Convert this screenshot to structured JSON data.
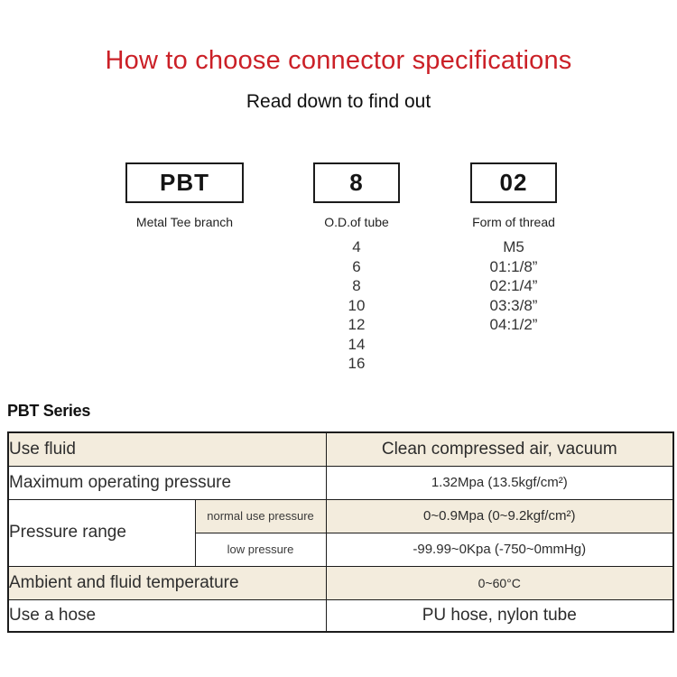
{
  "page": {
    "title": "How to choose connector specifications",
    "subtitle": "Read down to find out"
  },
  "colors": {
    "title_red": "#cb2027",
    "row_beige": "#f3ecdd",
    "table_border": "#1c1c1c"
  },
  "boxes": [
    {
      "code": "PBT",
      "label": "Metal Tee branch"
    },
    {
      "code": "8",
      "label": "O.D.of tube",
      "options": [
        "4",
        "6",
        "8",
        "10",
        "12",
        "14",
        "16"
      ]
    },
    {
      "code": "02",
      "label": "Form of thread",
      "options": [
        "M5",
        "01:1/8”",
        "02:1/4”",
        "03:3/8”",
        "04:1/2”"
      ]
    }
  ],
  "series": {
    "heading": "PBT Series"
  },
  "spec_table": {
    "use_fluid": {
      "label": "Use fluid",
      "value": "Clean compressed air, vacuum"
    },
    "max_pressure": {
      "label": "Maximum operating pressure",
      "value": "1.32Mpa (13.5kgf/cm²)"
    },
    "pressure_range": {
      "label": "Pressure range",
      "normal": {
        "label": "normal use pressure",
        "value": "0~0.9Mpa (0~9.2kgf/cm²)"
      },
      "low": {
        "label": "low pressure",
        "value": "-99.99~0Kpa (-750~0mmHg)"
      }
    },
    "temperature": {
      "label": "Ambient and fluid temperature",
      "value": "0~60°C"
    },
    "hose": {
      "label": "Use a hose",
      "value": "PU hose, nylon tube"
    }
  }
}
